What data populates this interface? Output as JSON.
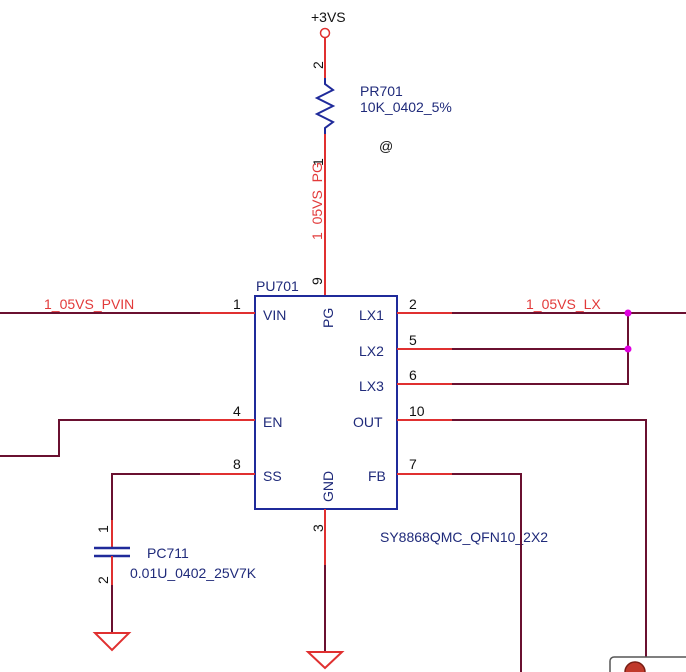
{
  "power": {
    "net": "+3VS"
  },
  "resistor": {
    "ref": "PR701",
    "value": "10K_0402_5%",
    "pin_top": "2",
    "pin_bottom": "1",
    "marker": "@"
  },
  "nets": {
    "pg": "1_05VS_PG",
    "pvin": "1_05VS_PVIN",
    "lx": "1_05VS_LX"
  },
  "ic": {
    "ref": "PU701",
    "part": "SY8868QMC_QFN10_2X2",
    "pins": {
      "vin": {
        "name": "VIN",
        "num": "1"
      },
      "lx1": {
        "name": "LX1",
        "num": "2"
      },
      "lx2": {
        "name": "LX2",
        "num": "5"
      },
      "lx3": {
        "name": "LX3",
        "num": "6"
      },
      "en": {
        "name": "EN",
        "num": "4"
      },
      "out": {
        "name": "OUT",
        "num": "10"
      },
      "ss": {
        "name": "SS",
        "num": "8"
      },
      "fb": {
        "name": "FB",
        "num": "7"
      },
      "pg": {
        "name": "PG",
        "num": "9"
      },
      "gnd": {
        "name": "GND",
        "num": "3"
      }
    }
  },
  "capacitor": {
    "ref": "PC711",
    "value": "0.01U_0402_25V7K",
    "pin_top": "1",
    "pin_bottom": "2"
  },
  "colors": {
    "wire": "#6a1030",
    "pin": "#e03030",
    "ic_outline": "#1f2a9a",
    "label": "#1f2a7a",
    "net_label": "#e23a3a",
    "junction": "#e000e0"
  }
}
